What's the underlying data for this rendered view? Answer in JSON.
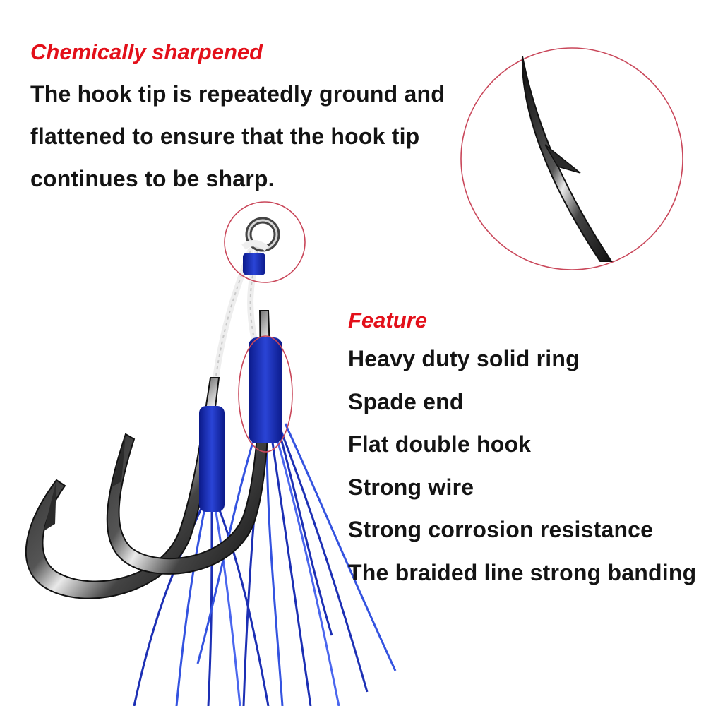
{
  "sharpened": {
    "heading": "Chemically sharpened",
    "lines": [
      "The hook tip is repeatedly ground and",
      "flattened to ensure that the hook tip",
      "continues to be sharp."
    ]
  },
  "feature": {
    "heading": "Feature",
    "items": [
      "Heavy duty solid ring",
      "Spade end",
      "Flat double hook",
      "Strong wire",
      "Strong corrosion resistance",
      "The braided line strong banding"
    ]
  },
  "colors": {
    "heading_red": "#e3101a",
    "text": "#141414",
    "thread_blue": "#1c2fb4",
    "circle_outline": "#c9475a",
    "hook_steel": "#2b2b2b"
  }
}
